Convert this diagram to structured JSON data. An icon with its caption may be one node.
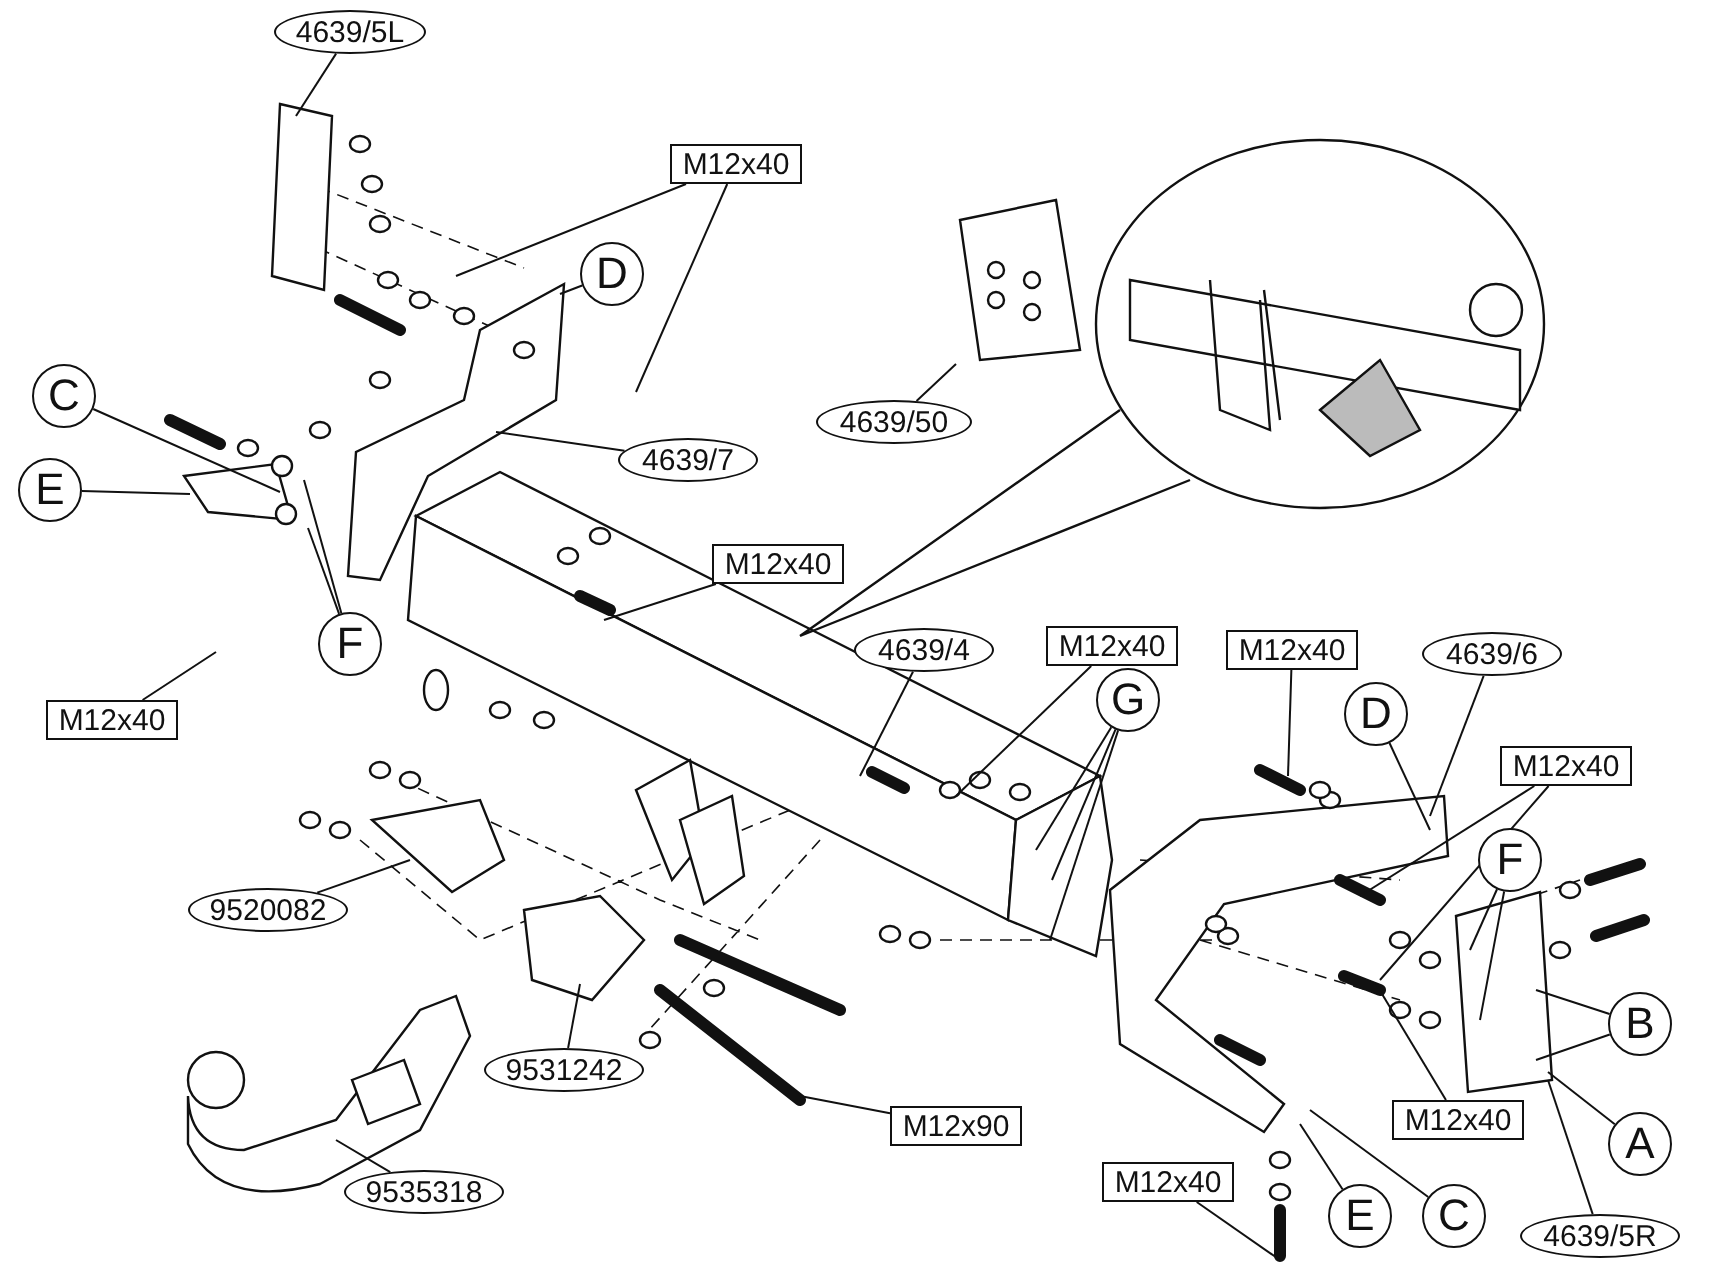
{
  "diagram": {
    "nodes": [
      {
        "text": [
          "4639/5L"
        ]
      },
      {
        "text": [
          "M12x40"
        ]
      },
      {
        "text": [
          "D"
        ]
      },
      {
        "text": [
          "4639/50"
        ]
      },
      {
        "text": [
          "C"
        ]
      },
      {
        "text": [
          "4639/7"
        ]
      },
      {
        "text": [
          "E"
        ]
      },
      {
        "text": [
          "M12x40"
        ]
      },
      {
        "text": [
          "F"
        ]
      },
      {
        "text": [
          "4639/4"
        ]
      },
      {
        "text": [
          "M12x40"
        ]
      },
      {
        "text": [
          "M12x40"
        ]
      },
      {
        "text": [
          "4639/6"
        ]
      },
      {
        "text": [
          "M12x40"
        ]
      },
      {
        "text": [
          "G"
        ]
      },
      {
        "text": [
          "D"
        ]
      },
      {
        "text": [
          "M12x40"
        ]
      },
      {
        "text": [
          "F"
        ]
      },
      {
        "text": [
          "9520082"
        ]
      },
      {
        "text": [
          "B"
        ]
      },
      {
        "text": [
          "9531242"
        ]
      },
      {
        "text": [
          "M12x40"
        ]
      },
      {
        "text": [
          "M12x90"
        ]
      },
      {
        "text": [
          "A"
        ]
      },
      {
        "text": [
          "9535318"
        ]
      },
      {
        "text": [
          "M12x40"
        ]
      },
      {
        "text": [
          "E"
        ]
      },
      {
        "text": [
          "C"
        ]
      },
      {
        "text": [
          "4639/5R"
        ]
      }
    ],
    "edges": [
      {
        "from": 0,
        "to": null,
        "arrow": "none"
      },
      {
        "from": 1,
        "to": null,
        "arrow": "none"
      },
      {
        "from": 1,
        "to": null,
        "arrow": "none"
      },
      {
        "from": 2,
        "to": null,
        "arrow": "none"
      },
      {
        "from": 3,
        "to": null,
        "arrow": "none"
      },
      {
        "from": 4,
        "to": null,
        "arrow": "none"
      },
      {
        "from": 5,
        "to": null,
        "arrow": "none"
      },
      {
        "from": 6,
        "to": null,
        "arrow": "none"
      },
      {
        "from": 7,
        "to": null,
        "arrow": "none"
      },
      {
        "from": 8,
        "to": null,
        "arrow": "none"
      },
      {
        "from": 8,
        "to": null,
        "arrow": "none"
      },
      {
        "from": 9,
        "to": null,
        "arrow": "none"
      },
      {
        "from": 10,
        "to": null,
        "arrow": "none"
      },
      {
        "from": 11,
        "to": null,
        "arrow": "none"
      },
      {
        "from": 12,
        "to": null,
        "arrow": "none"
      },
      {
        "from": 13,
        "to": null,
        "arrow": "none"
      },
      {
        "from": 14,
        "to": null,
        "arrow": "none"
      },
      {
        "from": 14,
        "to": null,
        "arrow": "none"
      },
      {
        "from": 14,
        "to": null,
        "arrow": "none"
      },
      {
        "from": 15,
        "to": null,
        "arrow": "none"
      },
      {
        "from": 16,
        "to": null,
        "arrow": "none"
      },
      {
        "from": 16,
        "to": null,
        "arrow": "none"
      },
      {
        "from": 17,
        "to": null,
        "arrow": "none"
      },
      {
        "from": 17,
        "to": null,
        "arrow": "none"
      },
      {
        "from": 18,
        "to": null,
        "arrow": "none"
      },
      {
        "from": 19,
        "to": null,
        "arrow": "none"
      },
      {
        "from": 19,
        "to": null,
        "arrow": "none"
      },
      {
        "from": 20,
        "to": null,
        "arrow": "none"
      },
      {
        "from": 21,
        "to": null,
        "arrow": "none"
      },
      {
        "from": 22,
        "to": null,
        "arrow": "none"
      },
      {
        "from": 23,
        "to": null,
        "arrow": "none"
      },
      {
        "from": 24,
        "to": null,
        "arrow": "none"
      },
      {
        "from": 25,
        "to": null,
        "arrow": "none"
      },
      {
        "from": 26,
        "to": null,
        "arrow": "none"
      },
      {
        "from": 27,
        "to": null,
        "arrow": "none"
      },
      {
        "from": 28,
        "to": null,
        "arrow": "none"
      }
    ]
  }
}
